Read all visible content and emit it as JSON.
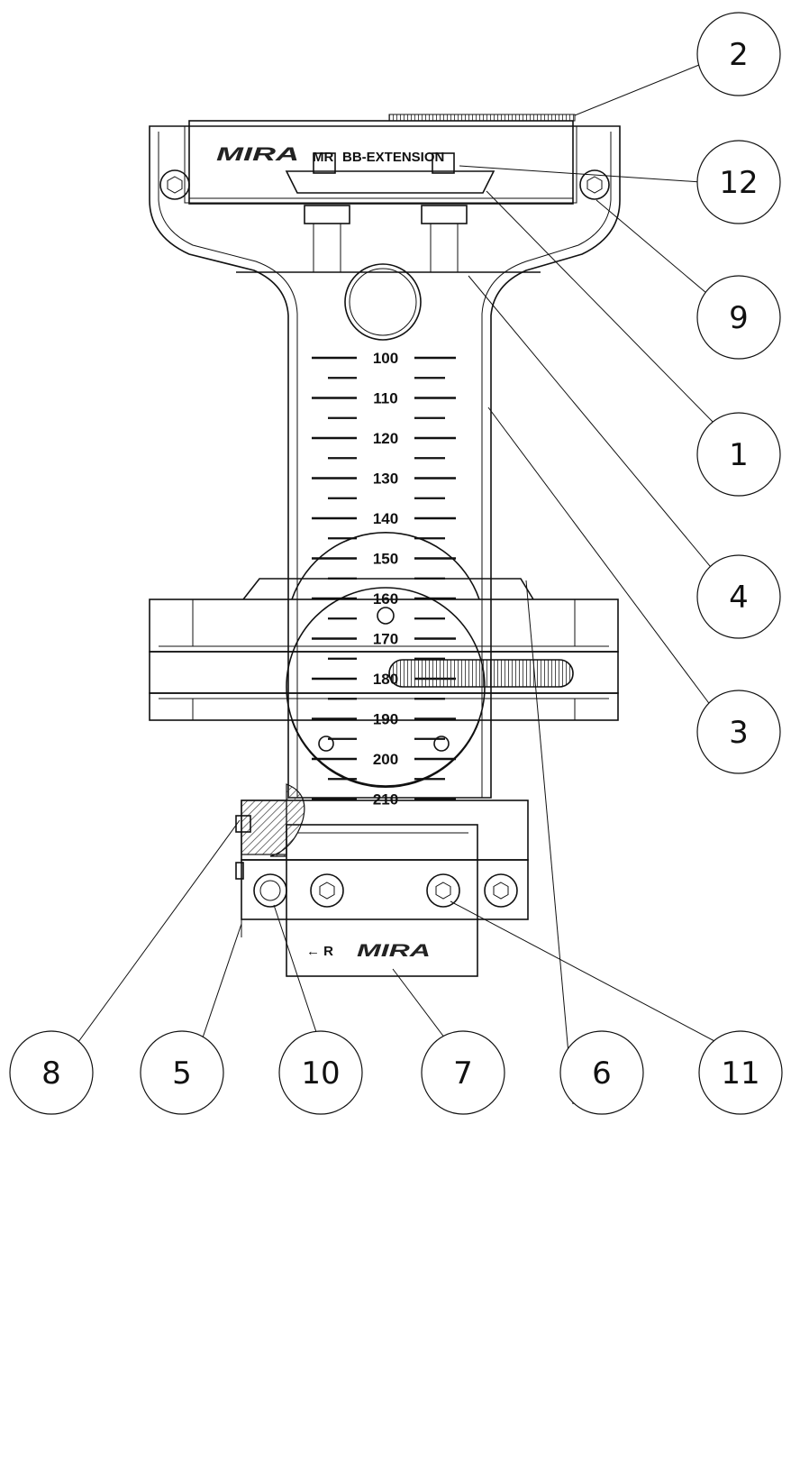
{
  "diagram": {
    "brand_text": "MIRA",
    "extension_label": "BB-EXTENSION",
    "extension_prefix": "MR",
    "direction_label": "← R",
    "scale_labels": [
      "100",
      "110",
      "120",
      "130",
      "140",
      "150",
      "160",
      "170",
      "180",
      "190",
      "200",
      "210"
    ],
    "callouts": [
      "1",
      "2",
      "3",
      "4",
      "5",
      "6",
      "7",
      "8",
      "9",
      "10",
      "11",
      "12"
    ]
  },
  "colors": {
    "line": "#111111",
    "hatch": "#333333",
    "background": "#ffffff"
  }
}
